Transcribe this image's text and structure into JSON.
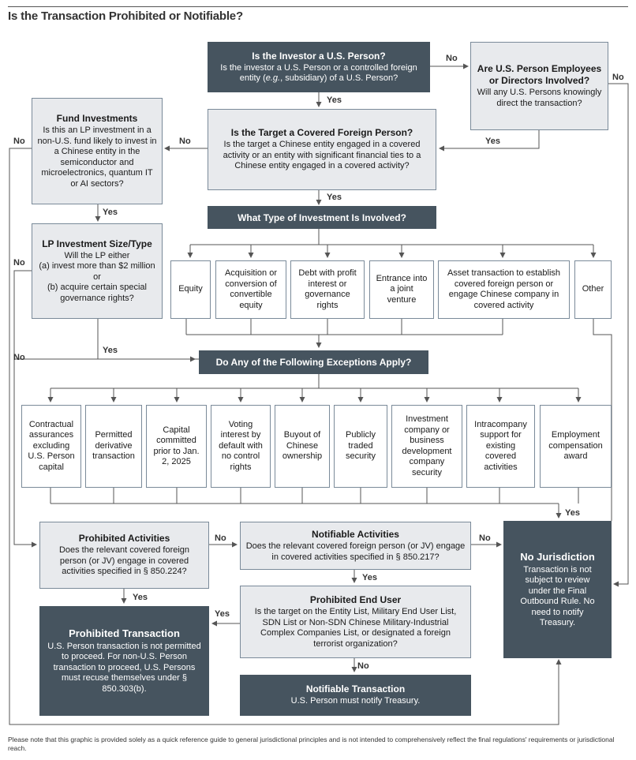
{
  "title": "Is the Transaction Prohibited or Notifiable?",
  "investor": {
    "heading": "Is the Investor a U.S. Person?",
    "body_pre": "Is the investor a U.S. Person or a controlled foreign entity (",
    "body_em": "e.g.",
    "body_post": ", subsidiary) of a U.S. Person?"
  },
  "employees": {
    "heading": "Are U.S. Person Employees or Directors Involved?",
    "body": "Will any U.S. Persons knowingly direct the transaction?"
  },
  "target": {
    "heading": "Is the Target a Covered Foreign Person?",
    "body": "Is the target a Chinese entity engaged in a covered activity or an entity with significant financial ties to a Chinese entity engaged in a covered activity?"
  },
  "fund": {
    "heading": "Fund Investments",
    "body": "Is this an LP investment in a non-U.S. fund likely to invest in a Chinese entity in the semiconductor and microelectronics, quantum IT or AI sectors?"
  },
  "lp": {
    "heading": "LP Investment Size/Type",
    "body1": "Will the LP either",
    "body2": "(a) invest more than $2 million or",
    "body3": "(b) acquire certain special governance rights?"
  },
  "investment_type": {
    "heading": "What Type of Investment Is Involved?",
    "items": [
      "Equity",
      "Acquisition or conversion of convertible equity",
      "Debt with profit interest or governance rights",
      "Entrance into a joint venture",
      "Asset transaction to establish covered foreign person or engage Chinese company in covered activity",
      "Other"
    ]
  },
  "exceptions": {
    "heading": "Do Any of the Following Exceptions Apply?",
    "items": [
      "Contractual assurances excluding U.S. Person capital",
      "Permitted derivative transaction",
      "Capital committed prior to Jan. 2, 2025",
      "Voting interest by default with no control rights",
      "Buyout of Chinese ownership",
      "Publicly traded security",
      "Investment company or business development company security",
      "Intracompany support for existing covered activities",
      "Employment compensation award"
    ]
  },
  "prohibited_activities": {
    "heading": "Prohibited Activities",
    "body": "Does the relevant covered foreign person (or JV) engage in covered activities specified in § 850.224?"
  },
  "notifiable_activities": {
    "heading": "Notifiable Activities",
    "body": "Does the relevant covered foreign person (or JV) engage in covered activities specified in § 850.217?"
  },
  "end_user": {
    "heading": "Prohibited End User",
    "body": "Is the target on the Entity List, Military End User List, SDN List or Non-SDN Chinese Military-Industrial Complex Companies List, or designated a foreign terrorist organization?"
  },
  "no_jurisdiction": {
    "heading": "No Jurisdiction",
    "body": "Transaction is not subject to review under the Final Outbound Rule. No need to notify Treasury."
  },
  "prohibited_transaction": {
    "heading": "Prohibited Transaction",
    "body": "U.S. Person transaction is not permitted to proceed. For non-U.S. Person transaction to proceed, U.S. Persons must recuse themselves under § 850.303(b)."
  },
  "notifiable_transaction": {
    "heading": "Notifiable Transaction",
    "body": "U.S. Person must notify Treasury."
  },
  "labels": {
    "yes": "Yes",
    "no": "No"
  },
  "footnote": "Please note that this graphic is provided solely as a quick reference guide to general jurisdictional principles and is not intended to comprehensively reflect the final regulations' requirements or jurisdictional reach.",
  "colors": {
    "dark": "#46545f",
    "light": "#e8eaed",
    "border": "#7a8a99",
    "line": "#555555"
  }
}
